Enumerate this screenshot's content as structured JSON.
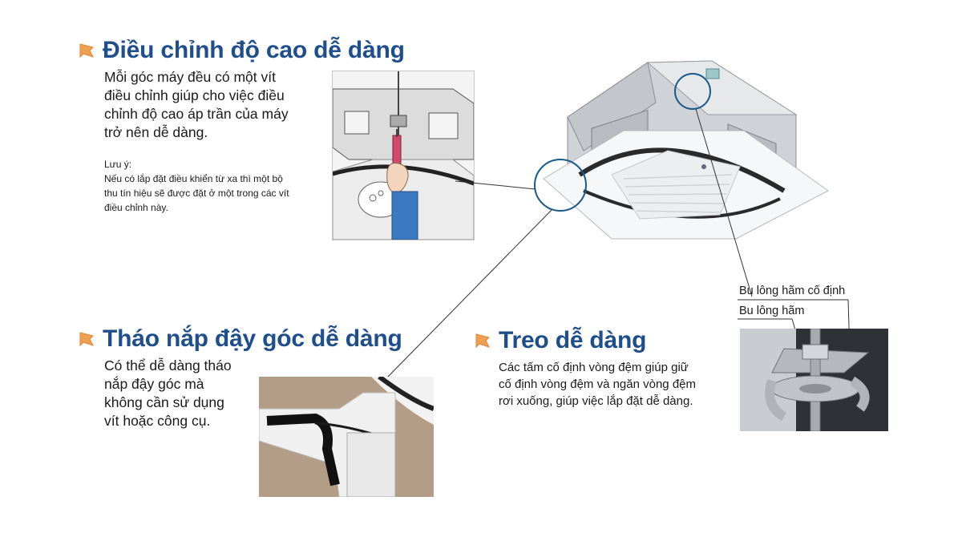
{
  "sections": {
    "height": {
      "title": "Điều chỉnh độ cao dễ dàng",
      "body": [
        "Mỗi góc máy đều có một vít",
        "điều chỉnh giúp cho việc điều",
        "chỉnh độ cao áp trần của máy",
        "trở nên dễ dàng."
      ],
      "note_label": "Lưu ý:",
      "note": [
        "Nếu có lắp đặt điều khiển từ xa thì một bộ",
        "thu tín hiệu sẽ được đặt ở một trong các vít",
        "điều chỉnh này."
      ]
    },
    "cover": {
      "title": "Tháo nắp đậy góc dễ dàng",
      "body": [
        "Có thể dễ dàng tháo",
        "nắp đậy góc mà",
        "không cần sử dụng",
        "vít hoặc công cụ."
      ]
    },
    "hang": {
      "title": "Treo dễ dàng",
      "body": [
        "Các tấm cố định vòng đệm giúp giữ",
        "cố định vòng đệm và ngăn vòng đệm",
        "rơi xuống, giúp việc lắp đặt dễ dàng."
      ]
    }
  },
  "callouts": {
    "fixing_bolt": "Bu lông hãm cố định",
    "lock_bolt": "Bu lông hãm"
  },
  "colors": {
    "title": "#1f4e8c",
    "bullet": "#f0a050",
    "circle": "#1a5a8a"
  }
}
